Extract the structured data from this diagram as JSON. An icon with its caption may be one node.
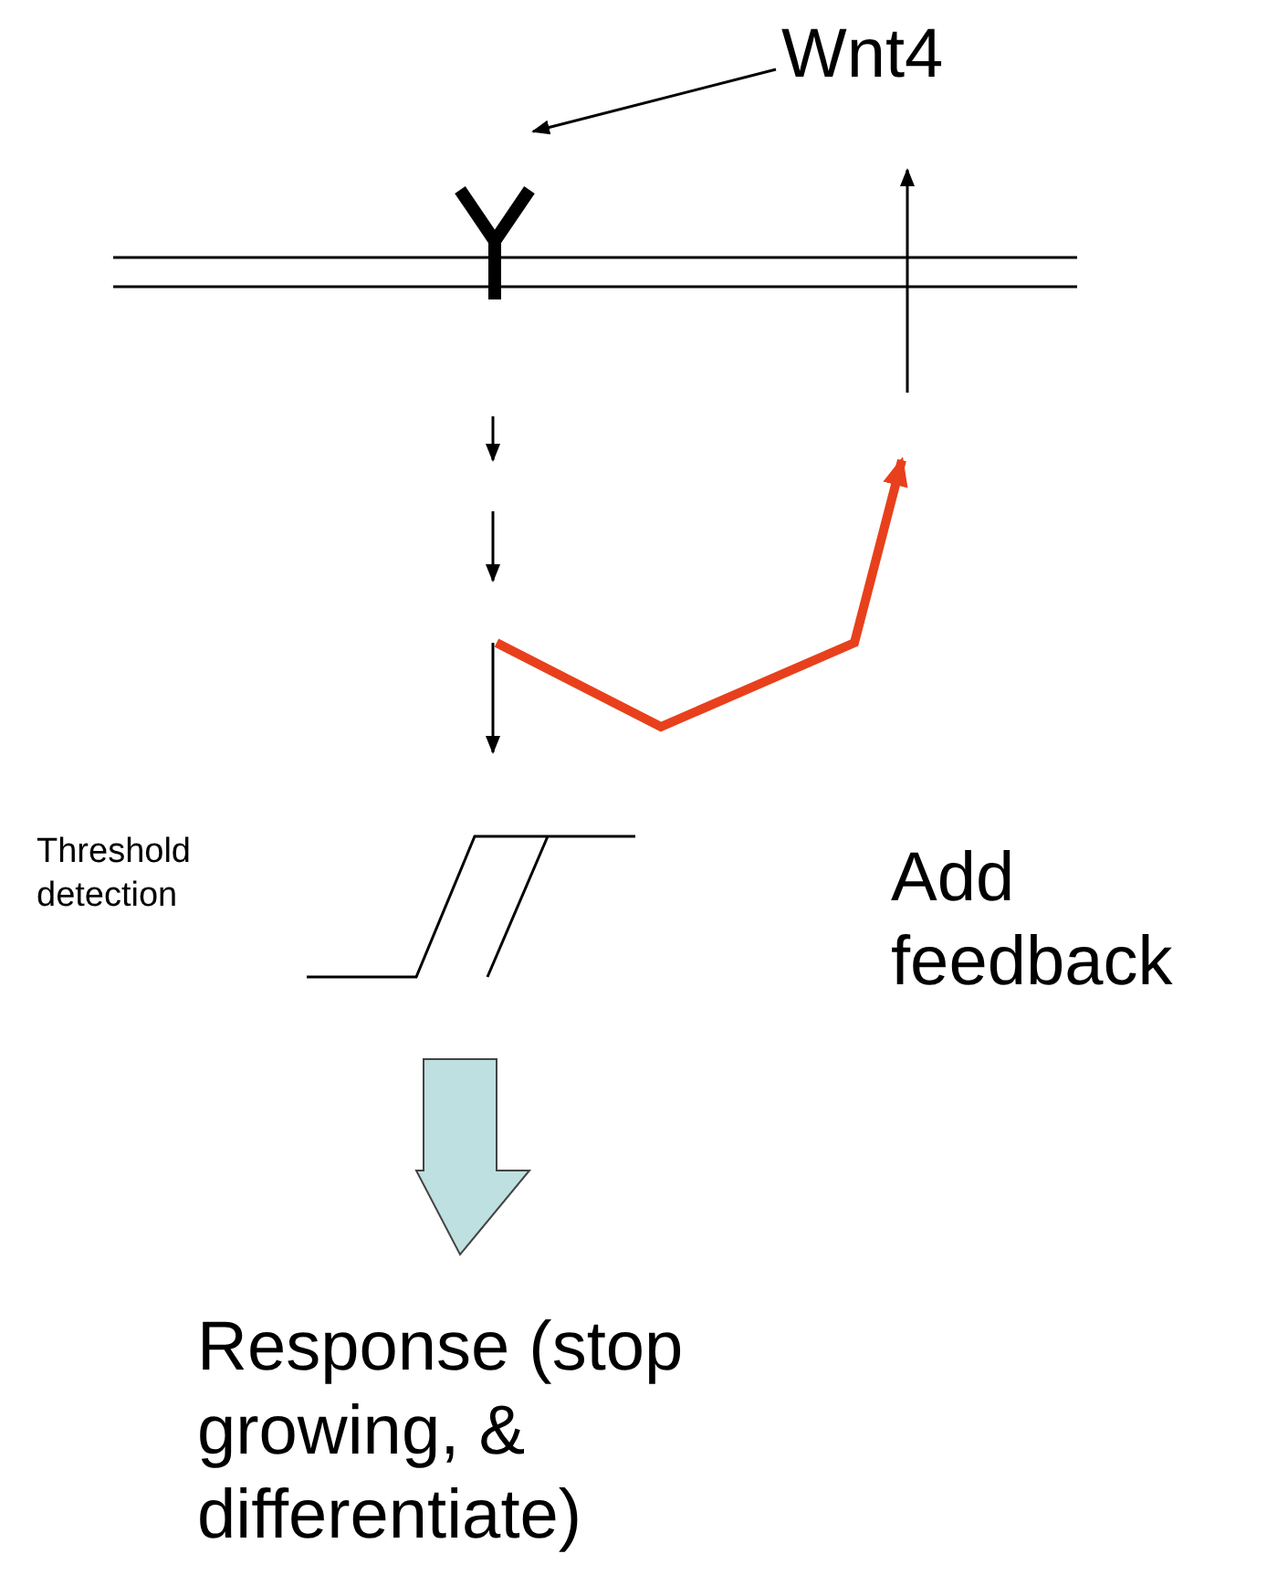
{
  "diagram": {
    "nodes": [
      {
        "text": [
          "Wnt4"
        ]
      },
      {
        "text": [],
        "shape": "receptor"
      },
      {
        "text": [],
        "shape": "picture",
        "beside": [
          "Threshold detection"
        ]
      },
      {
        "text": [
          "Response (stop growing, & differentiate)"
        ]
      }
    ],
    "edges": [
      {
        "from": 0,
        "to": 1,
        "arrow": "to"
      },
      {
        "from": 2,
        "to": 3,
        "arrow": "to",
        "style": "thick",
        "color": "#bfe0e0"
      }
    ],
    "labels": [
      "Add feedback"
    ]
  }
}
